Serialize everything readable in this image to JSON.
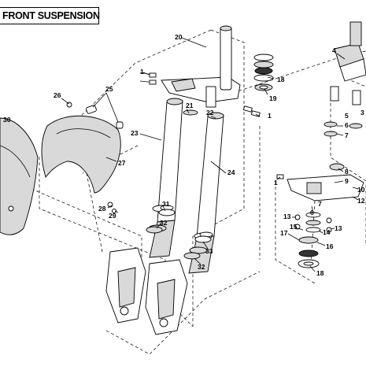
{
  "title": "FRONT SUSPENSION",
  "callouts": [
    {
      "id": "c20",
      "text": "20"
    },
    {
      "id": "c18a",
      "text": "18"
    },
    {
      "id": "c19",
      "text": "19"
    },
    {
      "id": "c1a",
      "text": "1"
    },
    {
      "id": "c1b",
      "text": "1"
    },
    {
      "id": "c25",
      "text": "25"
    },
    {
      "id": "c26",
      "text": "26"
    },
    {
      "id": "c30",
      "text": "30"
    },
    {
      "id": "c27",
      "text": "27"
    },
    {
      "id": "c21",
      "text": "21"
    },
    {
      "id": "c22",
      "text": "22"
    },
    {
      "id": "c23",
      "text": "23"
    },
    {
      "id": "c24",
      "text": "24"
    },
    {
      "id": "c28",
      "text": "28"
    },
    {
      "id": "c29",
      "text": "29"
    },
    {
      "id": "c31",
      "text": "31"
    },
    {
      "id": "c32a",
      "text": "32"
    },
    {
      "id": "c33",
      "text": "33"
    },
    {
      "id": "c32b",
      "text": "32"
    },
    {
      "id": "c4",
      "text": "4"
    },
    {
      "id": "c3",
      "text": "3"
    },
    {
      "id": "c5",
      "text": "5"
    },
    {
      "id": "c6",
      "text": "6"
    },
    {
      "id": "c7a",
      "text": "7"
    },
    {
      "id": "c8",
      "text": "8"
    },
    {
      "id": "c9",
      "text": "9"
    },
    {
      "id": "c1c",
      "text": "1"
    },
    {
      "id": "c10",
      "text": "10"
    },
    {
      "id": "c12",
      "text": "12"
    },
    {
      "id": "c7b",
      "text": "7"
    },
    {
      "id": "c6b",
      "text": "6"
    },
    {
      "id": "c13a",
      "text": "13"
    },
    {
      "id": "c13b",
      "text": "13"
    },
    {
      "id": "c15",
      "text": "15"
    },
    {
      "id": "c14",
      "text": "14"
    },
    {
      "id": "c17",
      "text": "17"
    },
    {
      "id": "c16",
      "text": "16"
    },
    {
      "id": "c18b",
      "text": "18"
    }
  ]
}
